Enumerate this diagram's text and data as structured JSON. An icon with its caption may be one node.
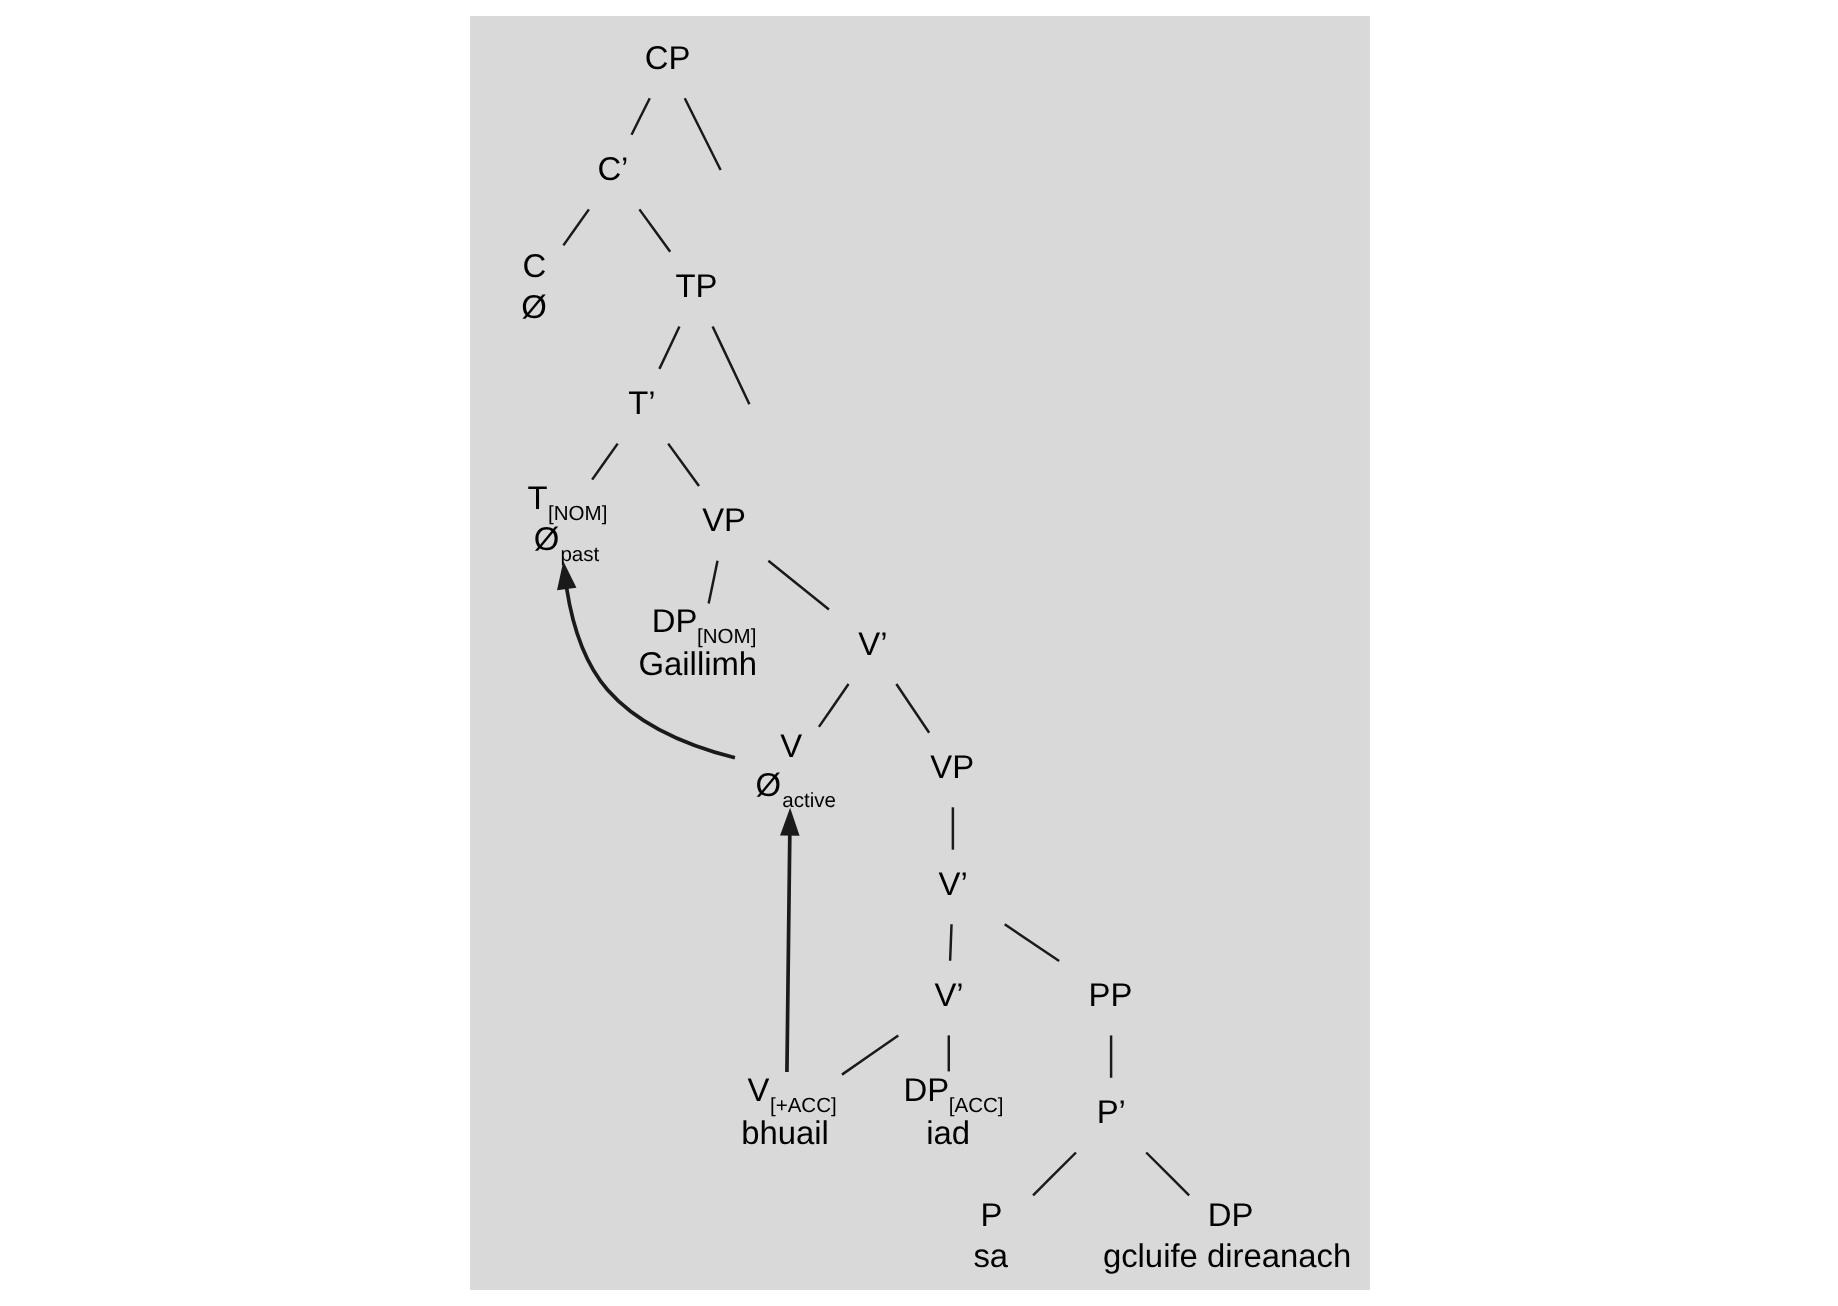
{
  "diagram": {
    "nodes": [
      {
        "text": [
          "CP"
        ]
      },
      {
        "text": [
          "C’"
        ]
      },
      {
        "text": [
          "C",
          "Ø"
        ]
      },
      {
        "text": [
          "TP"
        ]
      },
      {
        "text": [
          "T’"
        ]
      },
      {
        "text": [
          "T$_{[NOM]}$",
          "Ø$_{past}$"
        ]
      },
      {
        "text": [
          "VP"
        ]
      },
      {
        "text": [
          "DP$_{[NOM]}$",
          "Gaillimh"
        ]
      },
      {
        "text": [
          "V’"
        ]
      },
      {
        "text": [
          "V",
          "Ø$_{active}$"
        ]
      },
      {
        "text": [
          "VP"
        ]
      },
      {
        "text": [
          "V’"
        ]
      },
      {
        "text": [
          "V’"
        ]
      },
      {
        "text": [
          "PP"
        ]
      },
      {
        "text": [
          "V$_{[+ACC]}$",
          "bhuail"
        ]
      },
      {
        "text": [
          "DP$_{[ACC]}$",
          "iad"
        ]
      },
      {
        "text": [
          "P’"
        ]
      },
      {
        "text": [
          "P",
          "sa"
        ]
      },
      {
        "text": [
          "DP",
          "gcluife direanach"
        ]
      }
    ],
    "edges": [
      {
        "from": 0,
        "to": null,
        "arrow": "none"
      },
      {
        "from": 0,
        "to": 1,
        "arrow": "none"
      },
      {
        "from": 1,
        "to": 2,
        "arrow": "none"
      },
      {
        "from": 1,
        "to": 3,
        "arrow": "none"
      },
      {
        "from": 3,
        "to": null,
        "arrow": "none"
      },
      {
        "from": 3,
        "to": 4,
        "arrow": "none"
      },
      {
        "from": 4,
        "to": 5,
        "arrow": "none"
      },
      {
        "from": 4,
        "to": 6,
        "arrow": "none"
      },
      {
        "from": 6,
        "to": 7,
        "arrow": "none"
      },
      {
        "from": 6,
        "to": 8,
        "arrow": "none"
      },
      {
        "from": 8,
        "to": 9,
        "arrow": "none"
      },
      {
        "from": 8,
        "to": 10,
        "arrow": "none"
      },
      {
        "from": 10,
        "to": 11,
        "arrow": "none"
      },
      {
        "from": 11,
        "to": 12,
        "arrow": "none"
      },
      {
        "from": 11,
        "to": 13,
        "arrow": "none"
      },
      {
        "from": 12,
        "to": 14,
        "arrow": "none"
      },
      {
        "from": 12,
        "to": 15,
        "arrow": "none"
      },
      {
        "from": 13,
        "to": 16,
        "arrow": "none"
      },
      {
        "from": 16,
        "to": 17,
        "arrow": "none"
      },
      {
        "from": 16,
        "to": 18,
        "arrow": "none"
      },
      {
        "from": 14,
        "to": 9,
        "arrow": "to"
      },
      {
        "from": 9,
        "to": 5,
        "arrow": "to"
      }
    ]
  }
}
